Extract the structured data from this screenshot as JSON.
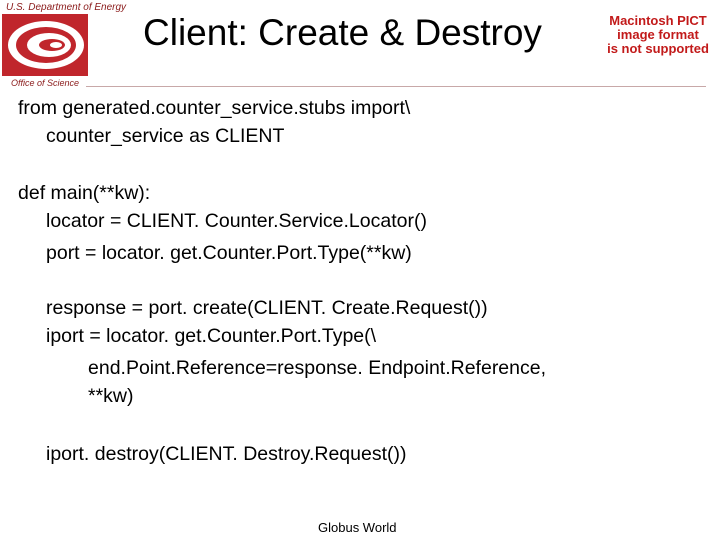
{
  "header": {
    "agency": "U.S. Department of Energy",
    "office": "Office of Science",
    "title": "Client: Create & Destroy",
    "pict_placeholder": [
      "Macintosh PICT",
      "image format",
      "is not supported"
    ]
  },
  "code_lines": [
    "from generated.counter_service.stubs import\\",
    "counter_service as CLIENT",
    "def main(**kw):",
    "locator = CLIENT. Counter.Service.Locator()",
    "port = locator. get.Counter.Port.Type(**kw)",
    "response = port. create(CLIENT. Create.Request())",
    "iport = locator. get.Counter.Port.Type(\\",
    "end.Point.Reference=response. Endpoint.Reference,",
    "**kw)",
    "iport. destroy(CLIENT. Destroy.Request())"
  ],
  "footer": {
    "text": "Globus World"
  },
  "colors": {
    "logo_red": "#c0262c",
    "logo_dark": "#8a1a1a",
    "pict_red": "#c21a1a"
  }
}
